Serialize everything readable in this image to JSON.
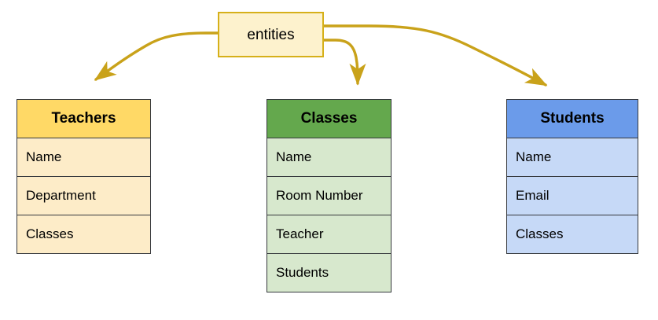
{
  "diagram": {
    "type": "entity-relationship-overview",
    "root": {
      "label": "entities",
      "fill_color": "#FDF2CD",
      "border_color": "#D6B019"
    },
    "connector_color": "#C9A21A",
    "entities": [
      {
        "id": "teachers",
        "title": "Teachers",
        "header_color": "#FFD966",
        "body_color": "#FDECC8",
        "fields": [
          "Name",
          "Department",
          "Classes"
        ]
      },
      {
        "id": "classes",
        "title": "Classes",
        "header_color": "#64A84D",
        "body_color": "#D7E8CD",
        "fields": [
          "Name",
          "Room Number",
          "Teacher",
          "Students"
        ]
      },
      {
        "id": "students",
        "title": "Students",
        "header_color": "#6B9BEA",
        "body_color": "#C6D9F7",
        "fields": [
          "Name",
          "Email",
          "Classes"
        ]
      }
    ]
  }
}
